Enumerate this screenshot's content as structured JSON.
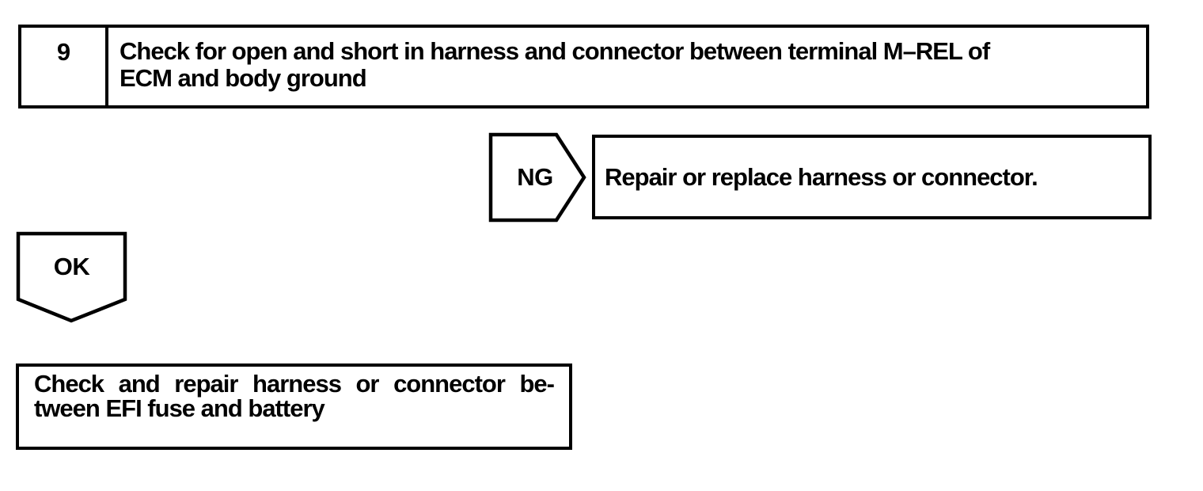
{
  "page": {
    "background_color": "#ffffff",
    "ink_color": "#000000"
  },
  "flowchart": {
    "step": {
      "number": "9",
      "instruction_line1": "Check for open and short in harness and connector between terminal M–REL of",
      "instruction_line2": "ECM and body ground"
    },
    "ng_branch": {
      "label": "NG",
      "action": "Repair or replace harness or connector."
    },
    "ok_branch": {
      "label": "OK",
      "action_line1": "Check and repair harness or connector be-",
      "action_line2": "tween EFI fuse and battery"
    }
  }
}
